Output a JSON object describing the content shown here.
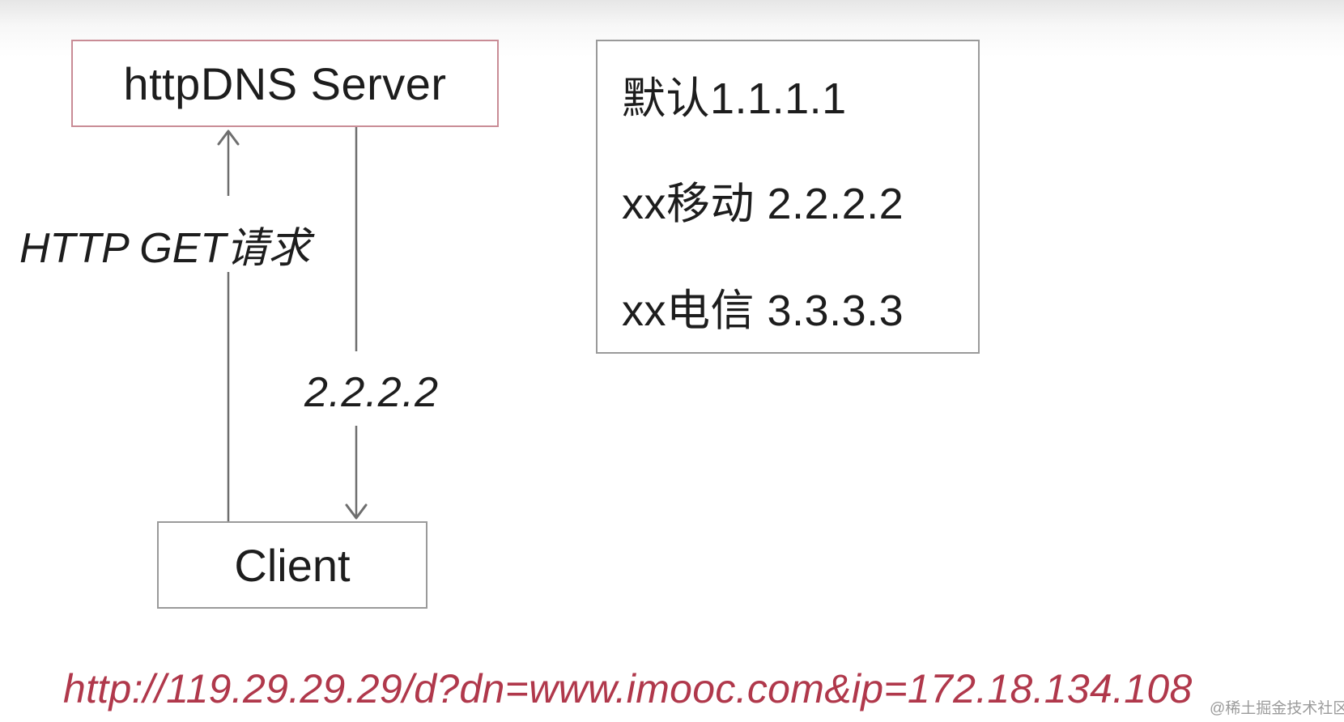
{
  "diagram": {
    "server": {
      "label": "httpDNS Server"
    },
    "client": {
      "label": "Client"
    },
    "request_label": "HTTP GET请求",
    "response_label": "2.2.2.2",
    "mapping_table": {
      "rows": [
        "默认1.1.1.1",
        "xx移动 2.2.2.2",
        "xx电信 3.3.3.3"
      ]
    },
    "url": "http://119.29.29.29/d?dn=www.imooc.com&ip=172.18.134.108",
    "watermark": "@稀土掘金技术社区"
  },
  "colors": {
    "server_border": "#c98c96",
    "box_border": "#9a9a9a",
    "url_text": "#b0384b",
    "arrow": "#6e6e6e"
  }
}
